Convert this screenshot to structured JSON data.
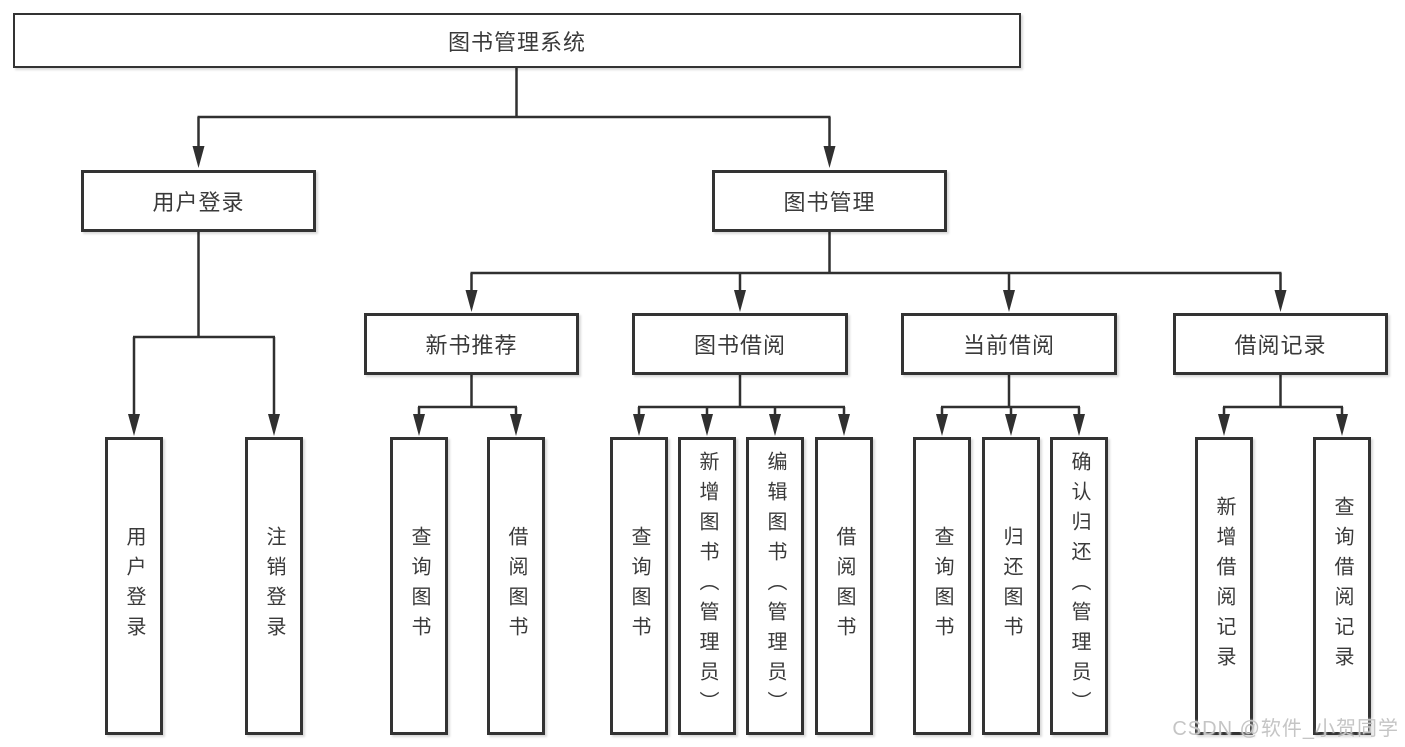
{
  "diagram": {
    "root": "图书管理系统",
    "user_login": {
      "label": "用户登录",
      "children": [
        "用户登录",
        "注销登录"
      ]
    },
    "book_management": {
      "label": "图书管理",
      "groups": [
        {
          "label": "新书推荐",
          "children": [
            "查询图书",
            "借阅图书"
          ]
        },
        {
          "label": "图书借阅",
          "children": [
            "查询图书",
            "新增图书（管理员）",
            "编辑图书（管理员）",
            "借阅图书"
          ]
        },
        {
          "label": "当前借阅",
          "children": [
            "查询图书",
            "归还图书",
            "确认归还（管理员）"
          ]
        },
        {
          "label": "借阅记录",
          "children": [
            "新增借阅记录",
            "查询借阅记录"
          ]
        }
      ]
    }
  },
  "watermark": "CSDN @软件_小贺同学",
  "colors": {
    "line": "#303030",
    "box_border": "#333333",
    "text": "#3a3a3a",
    "watermark_text": "#c5c5c5",
    "background": "#ffffff"
  }
}
